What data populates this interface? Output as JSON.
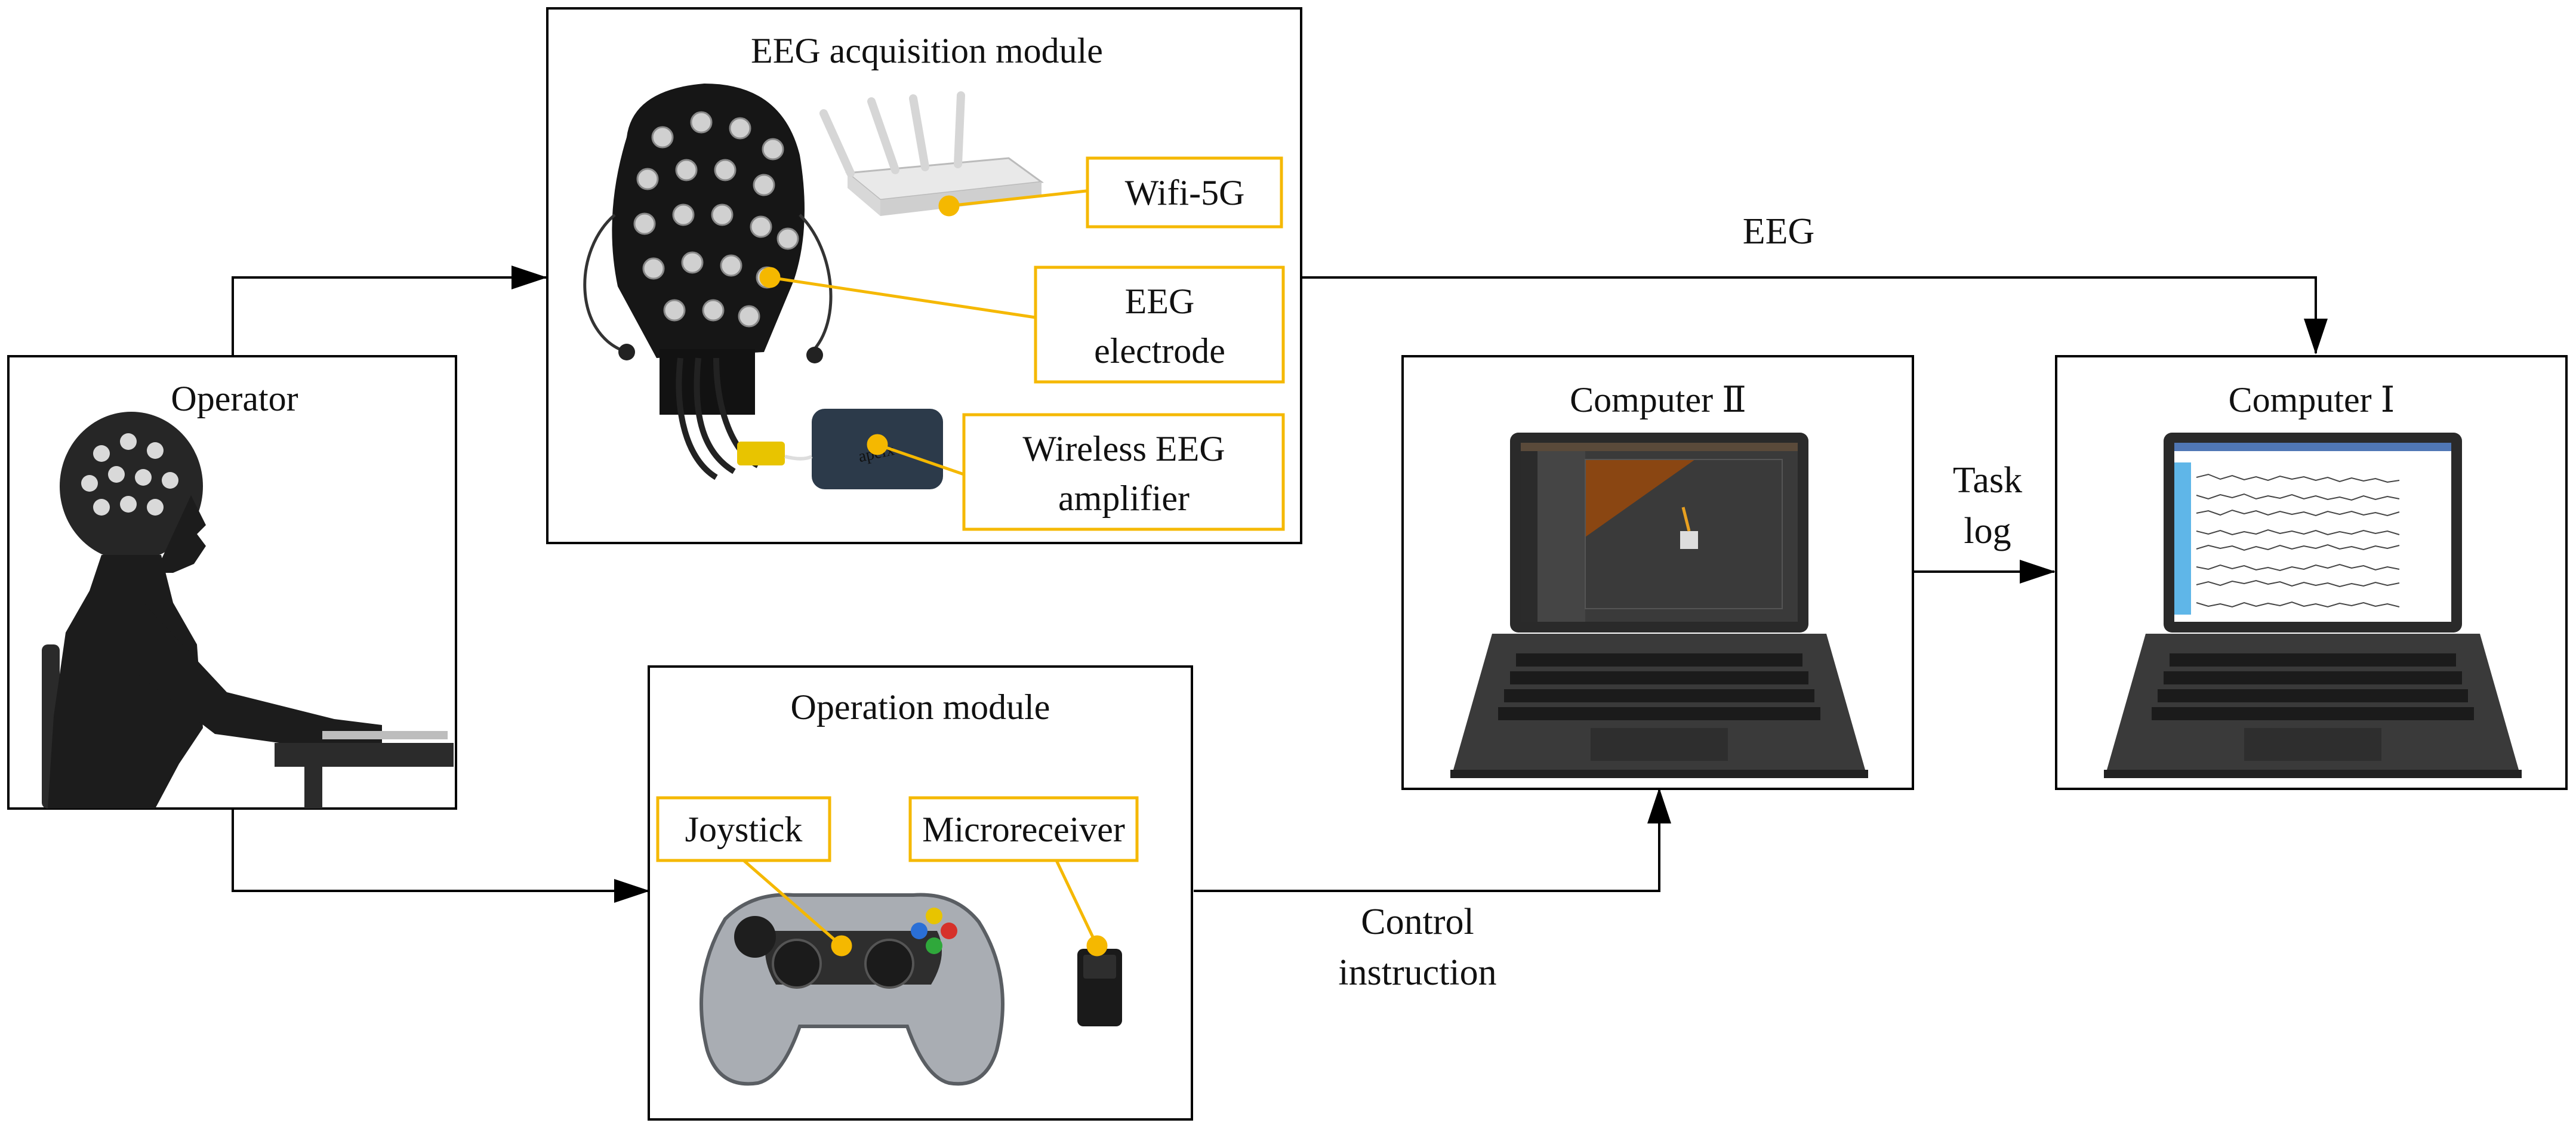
{
  "modules": {
    "eeg_acquisition": {
      "title": "EEG acquisition module",
      "labels": {
        "wifi": "Wifi-5G",
        "electrode_line1": "EEG",
        "electrode_line2": "electrode",
        "amplifier_line1": "Wireless EEG",
        "amplifier_line2": "amplifier"
      },
      "amplifier_brand": "apeix"
    },
    "operator": {
      "title": "Operator"
    },
    "operation": {
      "title": "Operation module",
      "labels": {
        "joystick": "Joystick",
        "microreceiver": "Microreceiver"
      }
    },
    "computer_2": {
      "title": "Computer Ⅱ"
    },
    "computer_1": {
      "title": "Computer Ⅰ"
    }
  },
  "edges": {
    "eeg": "EEG",
    "task_log_line1": "Task",
    "task_log_line2": "log",
    "control_line1": "Control",
    "control_line2": "instruction"
  },
  "colors": {
    "callout": "#f5b800",
    "line": "#000000"
  }
}
